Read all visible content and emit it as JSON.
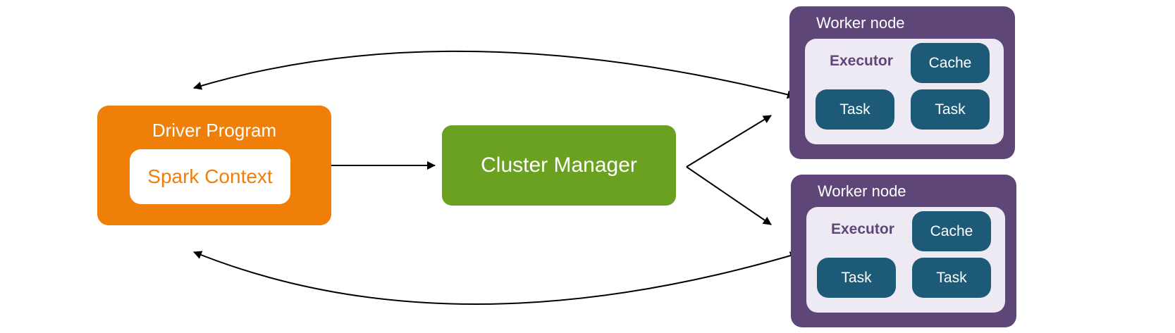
{
  "driver": {
    "title": "Driver Program",
    "context_label": "Spark Context"
  },
  "cluster_manager": {
    "label": "Cluster Manager"
  },
  "workers": [
    {
      "title": "Worker node",
      "executor_label": "Executor",
      "cache_label": "Cache",
      "tasks": [
        "Task",
        "Task"
      ]
    },
    {
      "title": "Worker node",
      "executor_label": "Executor",
      "cache_label": "Cache",
      "tasks": [
        "Task",
        "Task"
      ]
    }
  ],
  "colors": {
    "driver": "#F07F09",
    "cluster_manager": "#6AA121",
    "worker": "#5E4778",
    "worker_inner": "#EEEAF4",
    "pill": "#1C5A78",
    "arrow": "#000000"
  }
}
